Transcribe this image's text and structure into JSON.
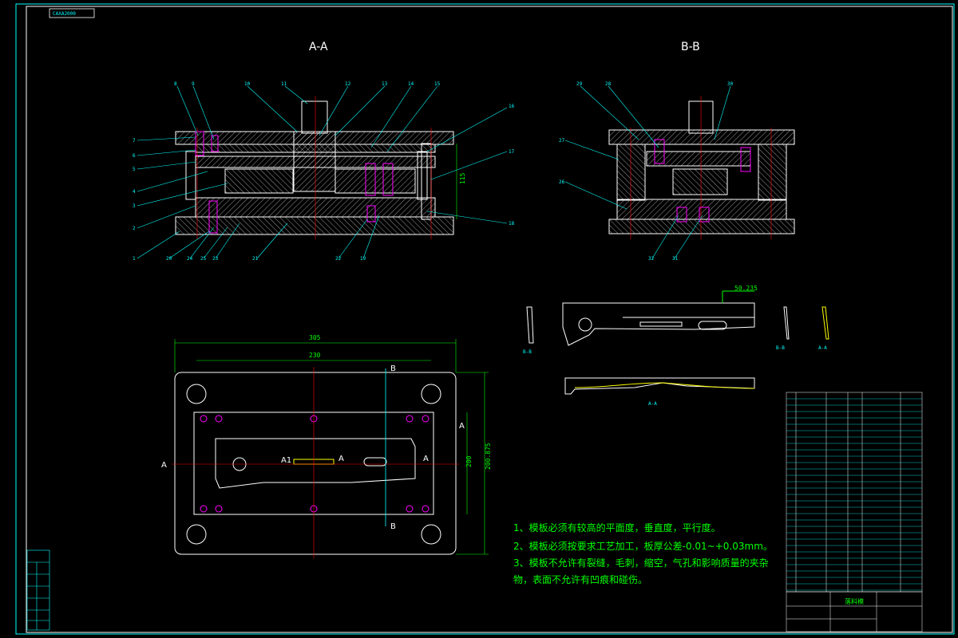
{
  "drawing": {
    "stamp": "CAXA2000",
    "section_aa_title": "A-A",
    "section_bb_title": "B-B",
    "section_marks": {
      "a": "A",
      "b": "B",
      "a1": "A1"
    },
    "dims": {
      "overall_width": "305",
      "inner_width": "230",
      "overall_height": "200.875",
      "inner_height": "200",
      "aa_height": "115",
      "part_width": "50.235"
    },
    "aa_leaders_top": [
      "8",
      "9",
      "10",
      "11",
      "12",
      "13",
      "14",
      "15"
    ],
    "aa_leaders_right": [
      "16",
      "17",
      "18"
    ],
    "aa_leaders_left": [
      "7",
      "6",
      "5",
      "4",
      "3",
      "2"
    ],
    "aa_leaders_bottom": [
      "1",
      "20",
      "24",
      "25",
      "23",
      "21",
      "22",
      "19"
    ],
    "bb_leaders_top": [
      "29",
      "28",
      "30"
    ],
    "bb_leaders_left": [
      "27",
      "26"
    ],
    "bb_leaders_bottom": [
      "32",
      "31"
    ],
    "part_views": [
      "B-B",
      "A-A",
      "B-B",
      "A-A"
    ],
    "title_block_name": "落料模",
    "notes": [
      "1、模板必须有较高的平面度，垂直度，平行度。",
      "2、模板必须按要求工艺加工，板厚公差-0.01~+0.03mm。",
      "3、模板不允许有裂缝，毛刺，缩空，气孔和影响质量的夹杂",
      "    物，表面不允许有凹痕和碰伤。"
    ]
  },
  "colors": {
    "frame": "#00ffff",
    "outline": "#ffffff",
    "hatch": "#ffffff",
    "centerline": "#ff0000",
    "dimension": "#00ff00",
    "leader": "#00ffff",
    "fastener": "#ff00ff",
    "part_edge": "#ffff00"
  }
}
